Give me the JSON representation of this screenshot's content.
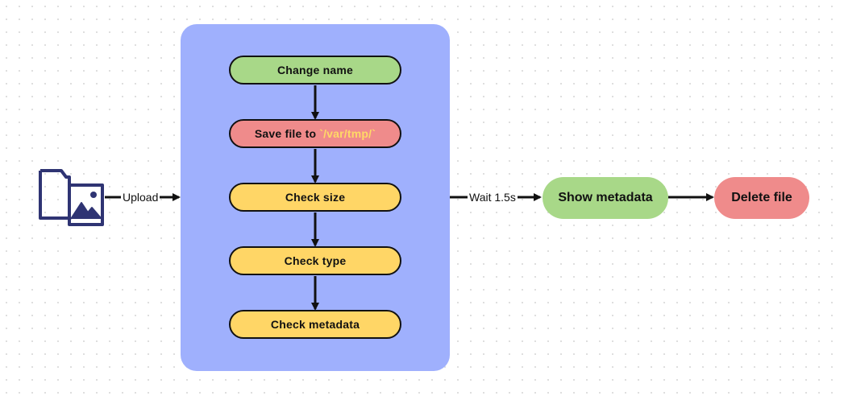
{
  "diagram": {
    "upload_label": "Upload",
    "wait_label": "Wait 1.5s",
    "steps": [
      {
        "label": "Change name",
        "color": "#a8d888"
      },
      {
        "label": "Save file to",
        "code": "`/var/tmp/`",
        "color": "#ef8b8b"
      },
      {
        "label": "Check size",
        "color": "#ffd666"
      },
      {
        "label": "Check type",
        "color": "#ffd666"
      },
      {
        "label": "Check metadata",
        "color": "#ffd666"
      }
    ],
    "show_metadata": {
      "label": "Show metadata",
      "color": "#a8d888"
    },
    "delete_file": {
      "label": "Delete file",
      "color": "#ef8b8b"
    },
    "container_color": "#9fb0fd",
    "icon": "image-folder-icon"
  }
}
